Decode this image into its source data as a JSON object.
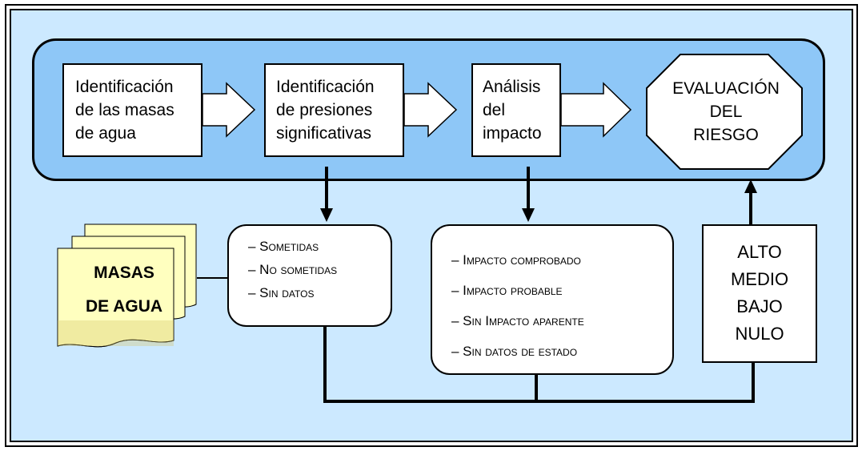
{
  "process": {
    "steps": [
      {
        "label": "Identificación\nde las masas\nde agua"
      },
      {
        "label": "Identificación\nde presiones\nsignificativas"
      },
      {
        "label": "Análisis\ndel\nimpacto"
      }
    ],
    "evaluation": "EVALUACIÓN\nDEL\nRIESGO"
  },
  "documents": {
    "line1": "MASAS",
    "line2": "DE AGUA"
  },
  "pressures": {
    "items": [
      "– Sometidas",
      "– No sometidas",
      "– Sin datos"
    ]
  },
  "impact": {
    "items": [
      "– Impacto comprobado",
      "– Impacto probable",
      "– Sin Impacto aparente",
      "– Sin datos de estado"
    ]
  },
  "risk_levels": [
    "ALTO",
    "MEDIO",
    "BAJO",
    "NULO"
  ],
  "colors": {
    "background": "#cce9ff",
    "band": "#8ec7f7",
    "document_fill": "#ffffbf",
    "document_shadow": "#d4c66a"
  }
}
